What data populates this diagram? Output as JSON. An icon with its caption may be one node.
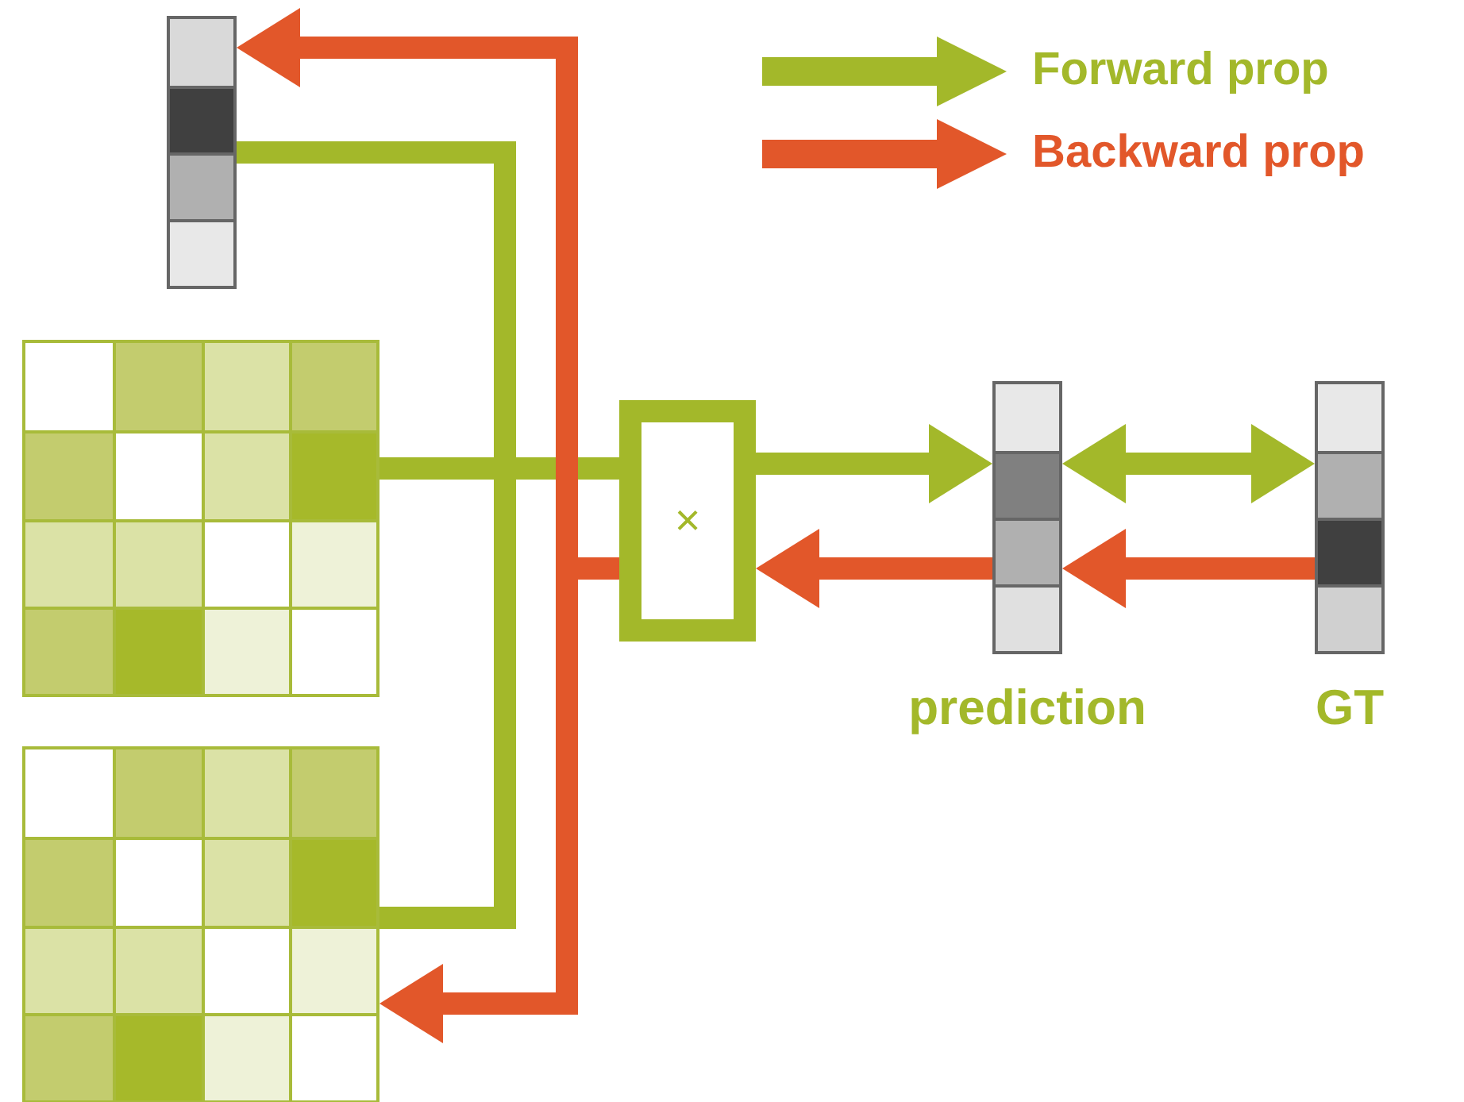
{
  "diagram": {
    "nodes": [
      {
        "text": [],
        "shape": "bar"
      },
      {
        "text": [],
        "shape": "box"
      },
      {
        "text": [
          "×"
        ]
      },
      {
        "text": [],
        "shape": "bar",
        "beside": [
          "prediction"
        ]
      },
      {
        "text": [],
        "shape": "bar",
        "beside": [
          "GT"
        ]
      },
      {
        "text": [],
        "shape": "box"
      }
    ],
    "edges": [
      {
        "from": 0,
        "to": 2,
        "arrow": "none"
      },
      {
        "from": 1,
        "to": 2,
        "arrow": "none"
      },
      {
        "from": 5,
        "to": 2,
        "arrow": "none"
      },
      {
        "from": 2,
        "to": 3,
        "arrow": "to"
      },
      {
        "from": 3,
        "to": 4,
        "arrow": "both"
      },
      {
        "from": 4,
        "to": 3,
        "arrow": "to",
        "color": "#e2572a"
      },
      {
        "from": 3,
        "to": 2,
        "arrow": "to",
        "color": "#e2572a"
      },
      {
        "from": 2,
        "to": 0,
        "arrow": "to",
        "color": "#e2572a"
      },
      {
        "from": 2,
        "to": 5,
        "arrow": "to",
        "color": "#e2572a"
      }
    ],
    "legend": [
      {
        "text": "Forward prop"
      },
      {
        "text": "Backward prop"
      }
    ]
  }
}
